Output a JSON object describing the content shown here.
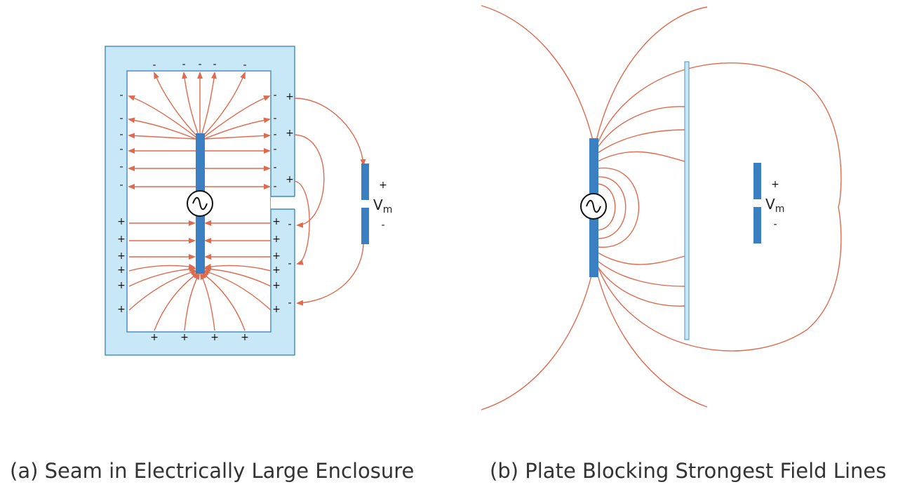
{
  "captions": {
    "a": "(a)  Seam in Electrically Large Enclosure",
    "b": "(b)  Plate Blocking Strongest Field Lines"
  },
  "labels": {
    "plus": "+",
    "minus": "-",
    "vm_main": "V",
    "vm_sub": "m",
    "source_glyph": "~"
  },
  "colors": {
    "enclosure_fill": "#c8e8f8",
    "enclosure_stroke": "#4a90c4",
    "conductor": "#3a7fc2",
    "field_line": "#e06a4e",
    "plate_fill": "#c8e8f8"
  },
  "icons": {
    "source": "ac-source-icon",
    "probe": "voltage-probe-icon"
  }
}
